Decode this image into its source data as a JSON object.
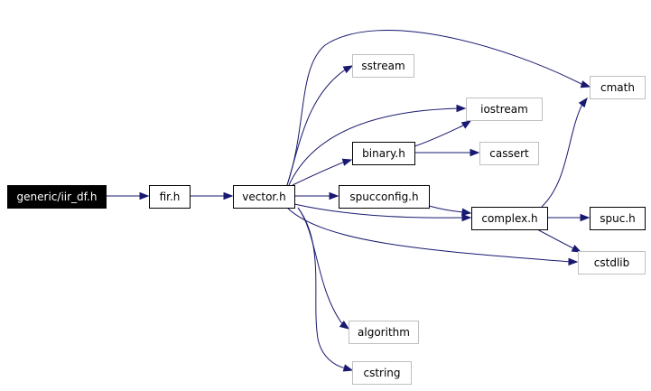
{
  "diagram": {
    "type": "include-dependency-graph",
    "nodes": [
      {
        "id": "root",
        "label": "generic/iir_df.h",
        "style": "root"
      },
      {
        "id": "fir",
        "label": "fir.h",
        "style": "documented"
      },
      {
        "id": "vector",
        "label": "vector.h",
        "style": "documented"
      },
      {
        "id": "sstream",
        "label": "sstream",
        "style": "external"
      },
      {
        "id": "cmath",
        "label": "cmath",
        "style": "external"
      },
      {
        "id": "iostream",
        "label": "iostream",
        "style": "external"
      },
      {
        "id": "binary",
        "label": "binary.h",
        "style": "documented"
      },
      {
        "id": "cassert",
        "label": "cassert",
        "style": "external"
      },
      {
        "id": "spucconfig",
        "label": "spucconfig.h",
        "style": "documented"
      },
      {
        "id": "complex",
        "label": "complex.h",
        "style": "documented"
      },
      {
        "id": "spuc",
        "label": "spuc.h",
        "style": "documented"
      },
      {
        "id": "cstdlib",
        "label": "cstdlib",
        "style": "external"
      },
      {
        "id": "algorithm",
        "label": "algorithm",
        "style": "external"
      },
      {
        "id": "cstring",
        "label": "cstring",
        "style": "external"
      }
    ],
    "edges": [
      {
        "from": "root",
        "to": "fir"
      },
      {
        "from": "fir",
        "to": "vector"
      },
      {
        "from": "vector",
        "to": "sstream"
      },
      {
        "from": "vector",
        "to": "cmath"
      },
      {
        "from": "vector",
        "to": "iostream"
      },
      {
        "from": "vector",
        "to": "binary"
      },
      {
        "from": "vector",
        "to": "spucconfig"
      },
      {
        "from": "vector",
        "to": "complex"
      },
      {
        "from": "vector",
        "to": "cstdlib"
      },
      {
        "from": "vector",
        "to": "algorithm"
      },
      {
        "from": "vector",
        "to": "cstring"
      },
      {
        "from": "binary",
        "to": "iostream"
      },
      {
        "from": "binary",
        "to": "cassert"
      },
      {
        "from": "spucconfig",
        "to": "complex"
      },
      {
        "from": "complex",
        "to": "cmath"
      },
      {
        "from": "complex",
        "to": "spuc"
      },
      {
        "from": "complex",
        "to": "cstdlib"
      }
    ]
  },
  "colors": {
    "edge": "#191970",
    "documented_border": "#000000",
    "external_border": "#bfbfbf",
    "root_fill": "#000000",
    "root_text": "#ffffff"
  }
}
